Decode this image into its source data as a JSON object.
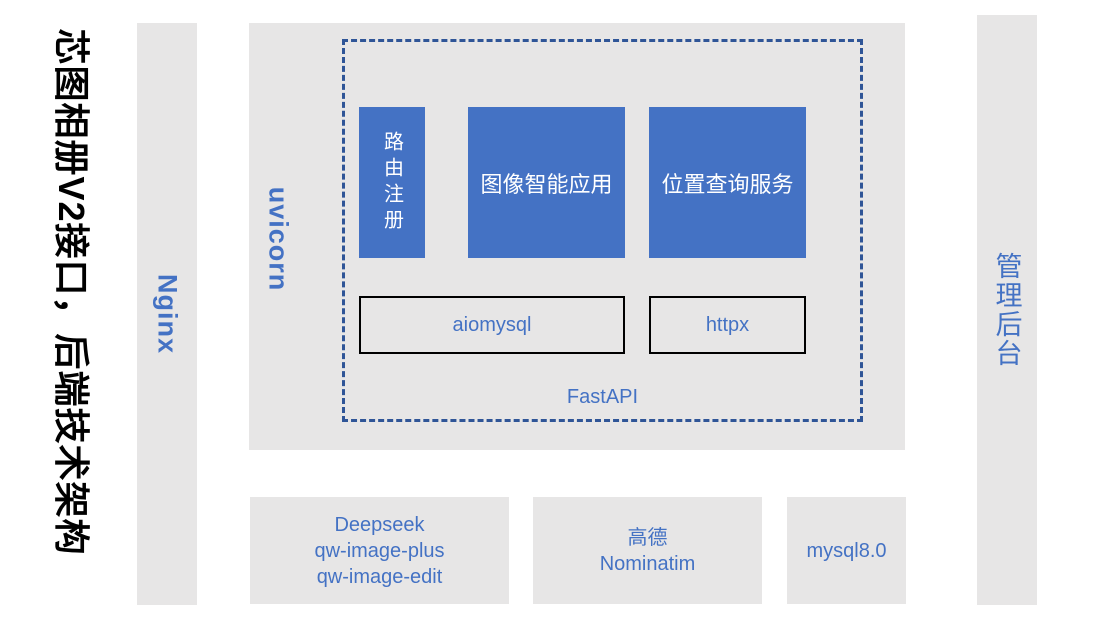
{
  "slide": {
    "title": "芯图相册V2接口，后端技术架构",
    "gateway": {
      "label": "Nginx"
    },
    "server": {
      "label": "uvicorn"
    },
    "framework": {
      "label": "FastAPI",
      "modules": [
        {
          "label": "路由注册"
        },
        {
          "label": "图像智能应用"
        },
        {
          "label": "位置查询服务"
        }
      ],
      "libraries": [
        {
          "label": "aiomysql"
        },
        {
          "label": "httpx"
        }
      ]
    },
    "admin": {
      "label": "管理后台"
    },
    "external_services": [
      {
        "lines": [
          "Deepseek",
          "qw-image-plus",
          "qw-image-edit"
        ]
      },
      {
        "lines": [
          "高德",
          "Nominatim"
        ]
      },
      {
        "lines": [
          "mysql8.0"
        ]
      }
    ],
    "colors": {
      "accent_blue": "#4472C4",
      "dash_blue": "#2F5597",
      "panel_gray": "#E7E6E6",
      "module_text": "#FFFFFF",
      "title_black": "#000000"
    }
  }
}
